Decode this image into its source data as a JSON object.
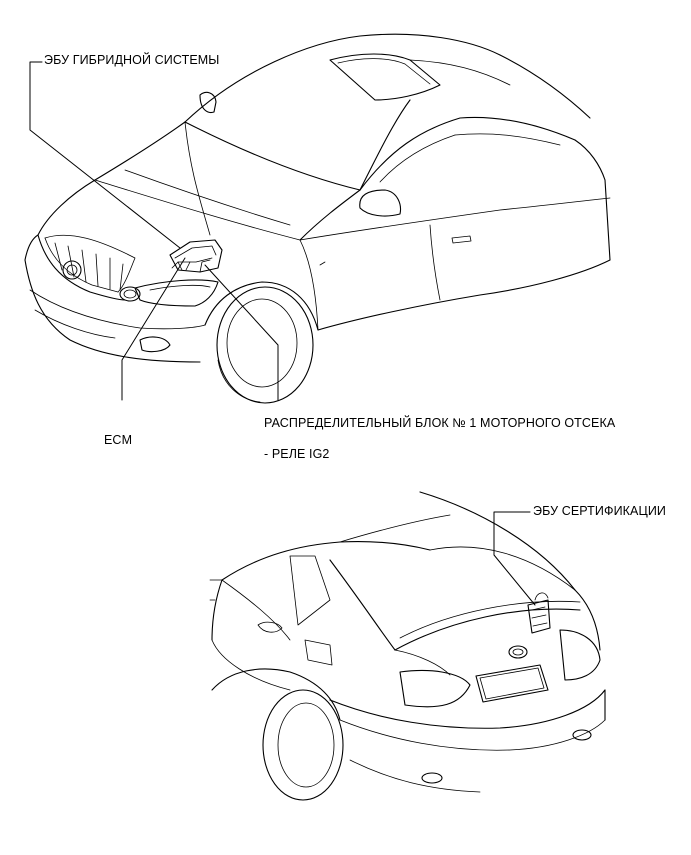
{
  "labels": {
    "hybrid_ecu": "ЭБУ ГИБРИДНОЙ СИСТЕМЫ",
    "ecm": "ECM",
    "relay_block": "РАСПРЕДЕЛИТЕЛЬНЫЙ БЛОК № 1 МОТОРНОГО ОТСЕКА",
    "relay_ig2": "- РЕЛЕ IG2",
    "cert_ecu": "ЭБУ СЕРТИФИКАЦИИ"
  }
}
